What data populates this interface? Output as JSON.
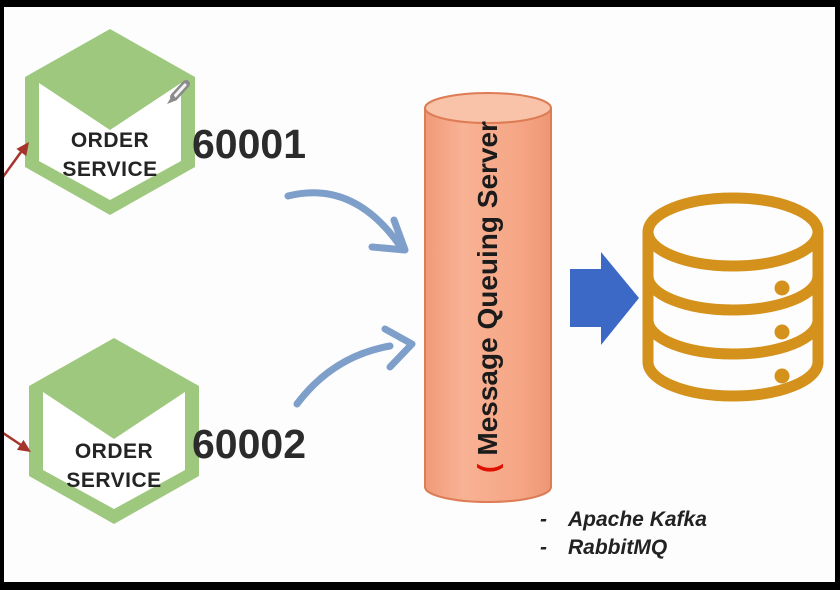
{
  "services": [
    {
      "name_line1": "ORDER",
      "name_line2": "SERVICE",
      "port": "60001"
    },
    {
      "name_line1": "ORDER",
      "name_line2": "SERVICE",
      "port": "60002"
    }
  ],
  "queue_server": {
    "prefix": "(",
    "label": "Message Queuing Server"
  },
  "implementations": [
    {
      "bullet": "-",
      "label": "Apache Kafka"
    },
    {
      "bullet": "-",
      "label": "RabbitMQ"
    }
  ],
  "icons": {
    "service_icon": "hexagon-box",
    "queue_icon": "cylinder",
    "storage_icon": "database",
    "flow_icons": [
      "curved-arrow",
      "curved-arrow",
      "block-arrow"
    ],
    "annotation_icons": [
      "red-arrow",
      "red-arrow",
      "pencil"
    ]
  },
  "colors": {
    "service_green": "#9fc87f",
    "queue_fill": "#f5a78a",
    "queue_top": "#f8c3a9",
    "queue_border": "#dd7c55",
    "queue_prefix_red": "#e01000",
    "database_gold": "#d4921c",
    "block_arrow_blue": "#3c69c6",
    "curved_arrow_blue": "#7e9fc9",
    "red_arrow": "#a5342c",
    "text": "#242424"
  }
}
